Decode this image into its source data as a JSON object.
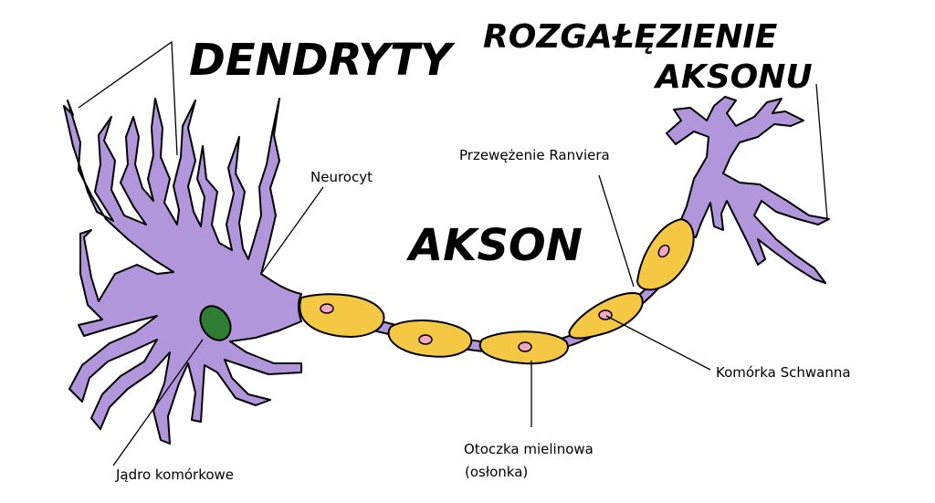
{
  "labels": {
    "dendrites": "DENDRYTY",
    "axon_branching_1": "ROZGAŁĘZIENIE",
    "axon_branching_2": "AKSONU",
    "axon": "AKSON",
    "neurocyte": "Neurocyt",
    "node_of_ranvier": "Przewężenie Ranviera",
    "schwann_cell": "Komórka Schwanna",
    "myelin_sheath_1": "Otoczka mielinowa",
    "myelin_sheath_2": "(osłonka)",
    "nucleus": "Jądro komórkowe"
  },
  "colors": {
    "neuron_body": "#b196dc",
    "outline": "#000000",
    "myelin": "#f4c842",
    "schwann_nucleus": "#f2a8c0",
    "cell_nucleus": "#2e7d32"
  }
}
